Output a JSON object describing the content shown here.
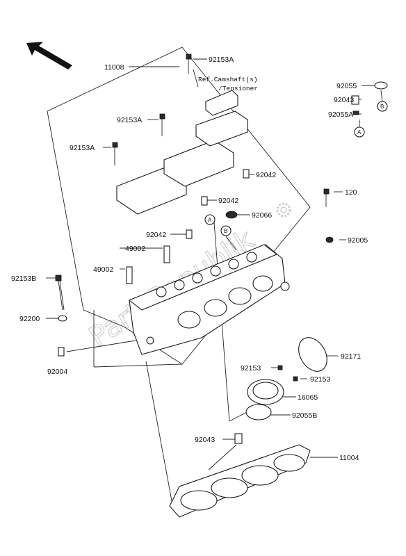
{
  "labels": {
    "n11008": "11008",
    "n92153A_top": "92153A",
    "ref_line1": "Ref.Camshaft(s)",
    "ref_line2": "/Tensioner",
    "n92055": "92055",
    "n92043_a": "92043",
    "n92055A": "92055A",
    "n92153A_mid": "92153A",
    "n92153A_left": "92153A",
    "n92042_a": "92042",
    "n92042_b": "92042",
    "n92042_c": "92042",
    "n120": "120",
    "n92066": "92066",
    "n49002_a": "49002",
    "n49002_b": "49002",
    "n92005": "92005",
    "n92153B": "92153B",
    "n92200": "92200",
    "n92004": "92004",
    "n92171": "92171",
    "n92153_a": "92153",
    "n92153_b": "92153",
    "n16065": "16065",
    "n92055B": "92055B",
    "n92043_b": "92043",
    "n11004": "11004",
    "circle_A": "A",
    "circle_B": "B",
    "watermark": "PartsRepublik"
  },
  "colors": {
    "ink": "#1a1a1a",
    "watermark": "#cfcfcf"
  },
  "icons": {
    "orientation": "direction-arrow-icon",
    "logo": "gear-icon"
  }
}
